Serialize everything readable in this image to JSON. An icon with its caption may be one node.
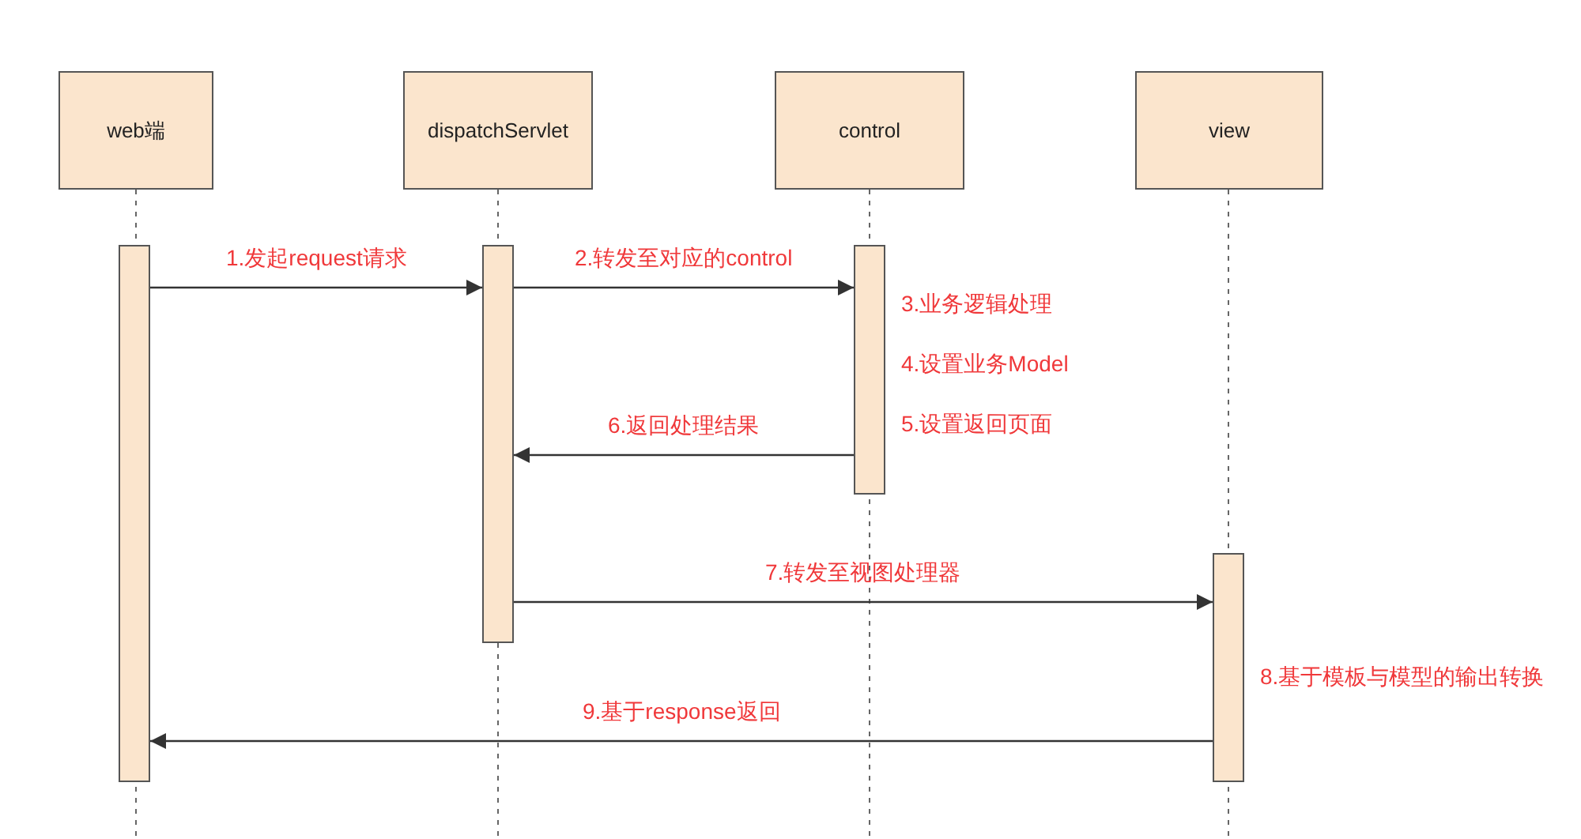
{
  "diagram": {
    "nodes": [
      {
        "text": [
          "web端"
        ]
      },
      {
        "text": [
          "dispatchServlet"
        ]
      },
      {
        "text": [
          "control"
        ]
      },
      {
        "text": [
          "view"
        ]
      },
      {
        "text": [],
        "shape": "bar"
      },
      {
        "text": [],
        "shape": "bar"
      },
      {
        "text": [],
        "shape": "bar",
        "beside": [
          "3.业务逻辑处理",
          "4.设置业务Model",
          "5.设置返回页面"
        ]
      },
      {
        "text": [],
        "shape": "bar",
        "beside": [
          "8.基于模板与模型的输出转换"
        ]
      }
    ],
    "edges": [
      {
        "from": 4,
        "to": 5,
        "arrow": "to",
        "label": "1.发起request请求"
      },
      {
        "from": 5,
        "to": 6,
        "arrow": "to",
        "label": "2.转发至对应的control"
      },
      {
        "from": 6,
        "to": 5,
        "arrow": "to",
        "label": "6.返回处理结果"
      },
      {
        "from": 5,
        "to": 7,
        "arrow": "to",
        "label": "7.转发至视图处理器"
      },
      {
        "from": 7,
        "to": 4,
        "arrow": "to",
        "label": "9.基于response返回"
      }
    ]
  }
}
